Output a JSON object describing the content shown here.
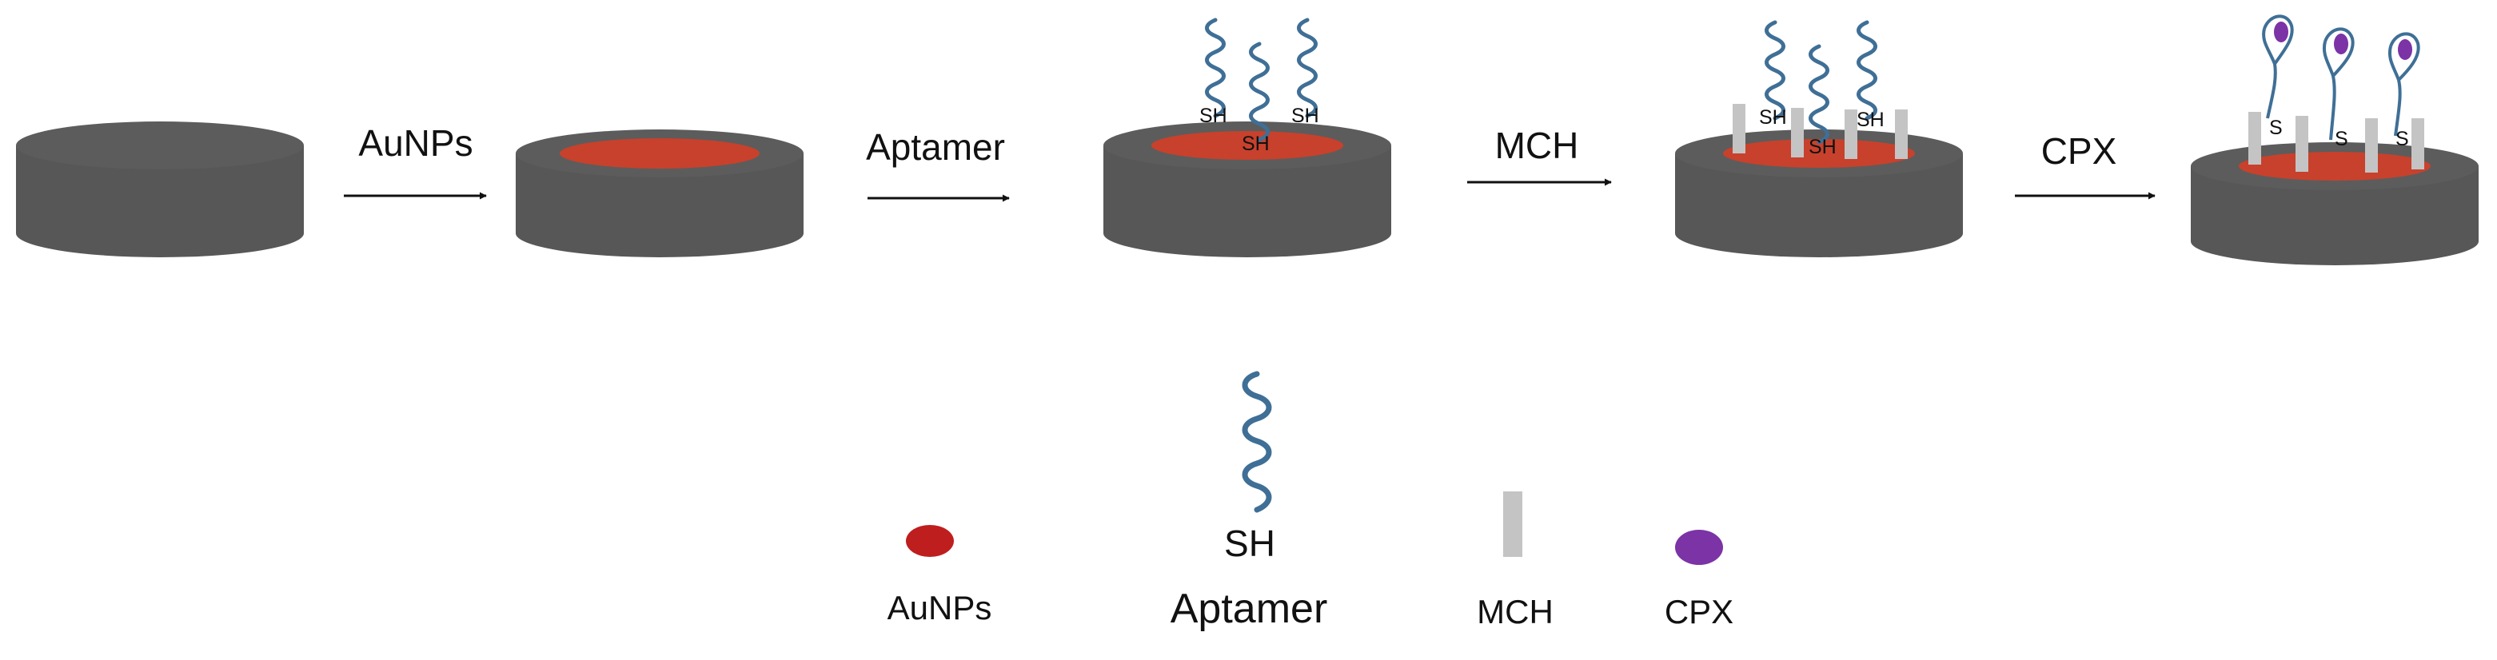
{
  "steps": [
    {
      "label": "AuNPs"
    },
    {
      "label": "Aptamer"
    },
    {
      "label": "MCH"
    },
    {
      "label": "CPX"
    }
  ],
  "thiol_labels": {
    "sh": "SH",
    "s": "S"
  },
  "legend": {
    "aunps": "AuNPs",
    "aptamer_sh": "SH",
    "aptamer": "Aptamer",
    "mch": "MCH",
    "cpx": "CPX"
  },
  "colors": {
    "electrode": "#575757",
    "gold_layer": "#c8412c",
    "aptamer": "#3f6f96",
    "mch": "#c4c4c4",
    "cpx": "#7b33a6",
    "aunp_dot": "#bf1e1e",
    "arrow": "#111111"
  }
}
